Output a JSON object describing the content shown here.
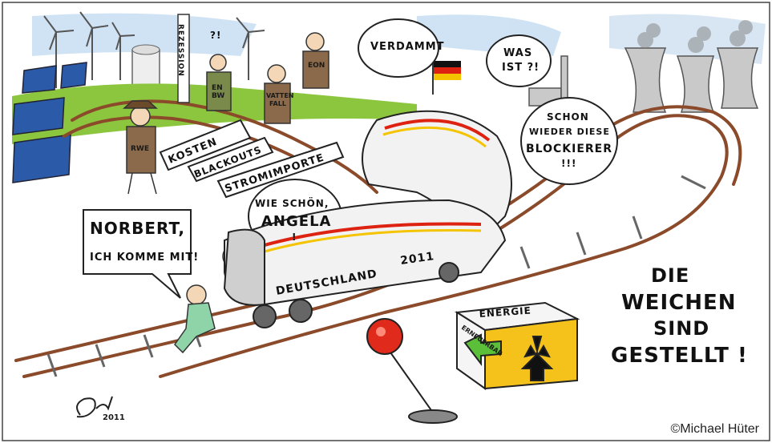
{
  "cartoon": {
    "signpost_words": [
      "REZESSION"
    ],
    "bubbles": {
      "verdammt": "VERDAMMT",
      "was_ist_1": "WAS",
      "was_ist_2": "IST ?!",
      "blockierer_1": "SCHON",
      "blockierer_2": "WIEDER DIESE",
      "blockierer_3": "BLOCKIERER",
      "blockierer_4": "!!!",
      "angela_1": "WIE SCHÖN,",
      "angela_2": "ANGELA",
      "angela_3": "!",
      "norbert_1": "NORBERT,",
      "norbert_2": "ICH KOMME MIT!",
      "confused": "?!"
    },
    "banners": {
      "kosten": "KOSTEN",
      "blackouts": "BLACKOUTS",
      "stromimporte": "STROMIMPORTE"
    },
    "figures": {
      "rwe": "RWE",
      "enbw_1": "EN",
      "enbw_2": "BW",
      "vattenfall_1": "VATTEN",
      "vattenfall_2": "FALL",
      "eon": "EON"
    },
    "train": {
      "name": "DEUTSCHLAND",
      "year": "2011"
    },
    "box": {
      "top": "ENERGIE",
      "side": "ERNEUERBAR"
    },
    "caption": {
      "line1": "DIE",
      "line2": "WEICHEN",
      "line3": "SIND",
      "line4": "GESTELLT !"
    },
    "signature": "2011",
    "credit": "©Michael Hüter",
    "colors": {
      "rail": "#8b4a2a",
      "grass": "#8cc63f",
      "sky": "#bcd7ef",
      "flag_black": "#111111",
      "flag_red": "#dd2211",
      "flag_gold": "#f5c400",
      "box_yellow": "#f5c21b",
      "arrow_green": "#5bbf3a",
      "signal_red": "#e02a1c",
      "panel_blue": "#2a5aa8"
    }
  }
}
